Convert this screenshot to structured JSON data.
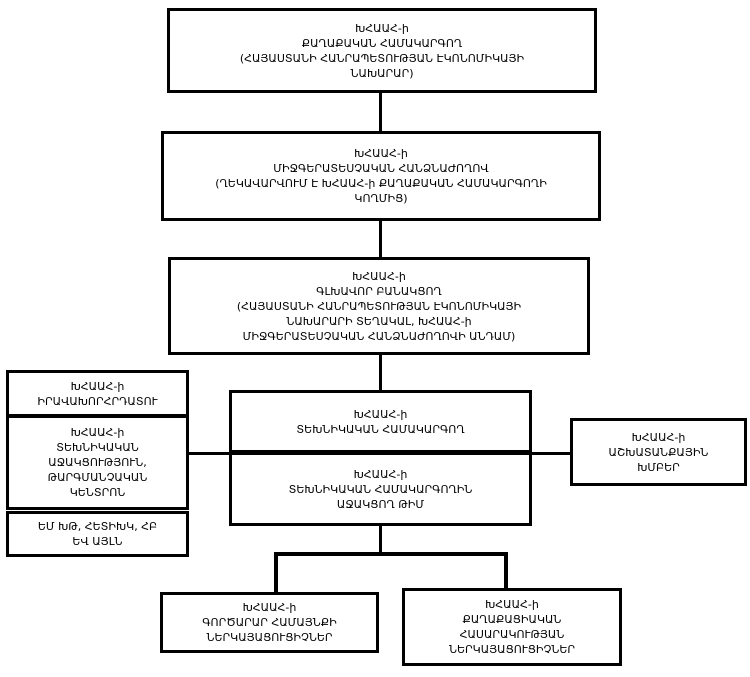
{
  "diagram": {
    "description_type": "org-chart",
    "colors": {
      "border": "#000000",
      "background": "#ffffff",
      "text": "#000000"
    },
    "boxes": {
      "political_coordinator": {
        "lines": [
          "ԽՀԱԱՀ-ի",
          "ՔԱՂԱՔԱԿԱՆ ՀԱՄԱԿԱՐԳՈՂ",
          "(ՀԱՅԱՍՏԱՆԻ ՀԱՆՐԱՊԵՏՈՒԹՅԱՆ ԷԿՈՆՈՄԻԿԱՅԻ",
          "ՆԱԽԱՐԱՐ)"
        ]
      },
      "interagency_commission": {
        "lines": [
          "ԽՀԱԱՀ-ի",
          "ՄԻՋԳԵՐԱՏԵՍՉԱԿԱՆ ՀԱՆՁՆԱԺՈՂՈՎ",
          "(ՂԵԿԱՎԱՐՎՈՒՄ Է ԽՀԱԱՀ-ի ՔԱՂԱՔԱԿԱՆ ՀԱՄԱԿԱՐԳՈՂԻ",
          "ԿՈՂՄԻՑ)"
        ]
      },
      "chief_negotiator": {
        "lines": [
          "ԽՀԱԱՀ-ի",
          "ԳԼԽԱՎՈՐ ԲԱՆԱԿՑՈՂ",
          "(ՀԱՅԱՍՏԱՆԻ ՀԱՆՐԱՊԵՏՈՒԹՅԱՆ ԷԿՈՆՈՄԻԿԱՅԻ",
          "ՆԱԽԱՐԱՐԻ ՏԵՂԱԿԱԼ, ԽՀԱԱՀ-ի",
          "ՄԻՋԳԵՐԱՏԵՍՉԱԿԱՆ ՀԱՆՁՆԱԺՈՂՈՎԻ ԱՆԴԱՄ)"
        ]
      },
      "technical_coordinator": {
        "lines": [
          "ԽՀԱԱՀ-ի",
          "ՏԵԽՆԻԿԱԿԱՆ ՀԱՄԱԿԱՐԳՈՂ"
        ]
      },
      "support_team": {
        "lines": [
          "ԽՀԱԱՀ-ի",
          "ՏԵԽՆԻԿԱԿԱՆ ՀԱՄԱԿԱՐԳՈՂԻՆ",
          "ԱՋԱԿՑՈՂ ԹԻՄ"
        ]
      },
      "legal_advisor": {
        "lines": [
          "ԽՀԱԱՀ-ի",
          "ԻՐԱՎԱԽՈՐՀՐԴԱՏՈՒ"
        ]
      },
      "technical_assistance": {
        "lines": [
          "ԽՀԱԱՀ-ի",
          "ՏԵԽՆԻԿԱԿԱՆ",
          "ԱՋԱԿՑՈՒԹՅՈՒՆ,",
          "ԹԱՐԳՄԱՆՉԱԿԱՆ",
          "ԿԵՆՏՐՈՆ"
        ]
      },
      "donor_organizations": {
        "lines": [
          "ԵՄ ԽԹ, ՀԵՏԻԽԿ, ՀԲ",
          "ԵՎ ԱՅԼՆ"
        ]
      },
      "working_groups": {
        "lines": [
          "ԽՀԱԱՀ-ի",
          "ԱՇԽԱՏԱՆՔԱՅԻՆ",
          "ԽՄԲԵՐ"
        ]
      },
      "business_community": {
        "lines": [
          "ԽՀԱԱՀ-ի",
          "ԳՈՐԾԱՐԱՐ ՀԱՄԱՅՆՔԻ",
          "ՆԵՐԿԱՅԱՑՈՒՑԻՉՆԵՐ"
        ]
      },
      "civil_society": {
        "lines": [
          "ԽՀԱԱՀ-ի",
          "ՔԱՂԱՔԱՑԻԱԿԱՆ",
          "ՀԱՍԱՐԱԿՈՒԹՅԱՆ",
          "ՆԵՐԿԱՅԱՑՈՒՑԻՉՆԵՐ"
        ]
      }
    }
  }
}
